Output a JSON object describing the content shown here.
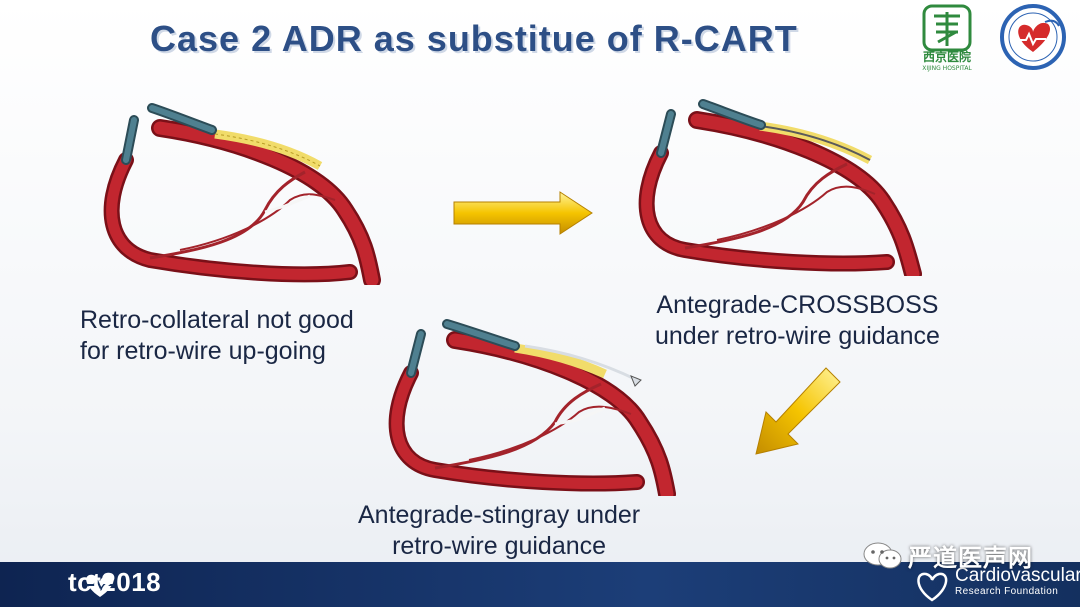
{
  "slide": {
    "title": "Case 2  ADR as substitue of R-CART",
    "captions": {
      "step1_line1": "Retro-collateral not good",
      "step1_line2": "for retro-wire up-going",
      "step2_line1": "Antegrade-CROSSBOSS",
      "step2_line2": "under retro-wire guidance",
      "step3_line1": "Antegrade-stingray under",
      "step3_line2": "retro-wire guidance"
    }
  },
  "logos": {
    "hospital_text": "西京医院",
    "hospital_sub": "XIJING HOSPITAL"
  },
  "footer": {
    "tct": "tct2018",
    "crf_line1": "Cardiovascular",
    "crf_line2": "Research Foundation",
    "watermark": "严道医声网"
  },
  "colors": {
    "title": "#2d4f86",
    "caption": "#1a2744",
    "vessel": "#b8202a",
    "catheter": "#3f6f80",
    "plaque": "#f1dc6a",
    "arrow": "#f5c400",
    "footer": "#14305f"
  }
}
